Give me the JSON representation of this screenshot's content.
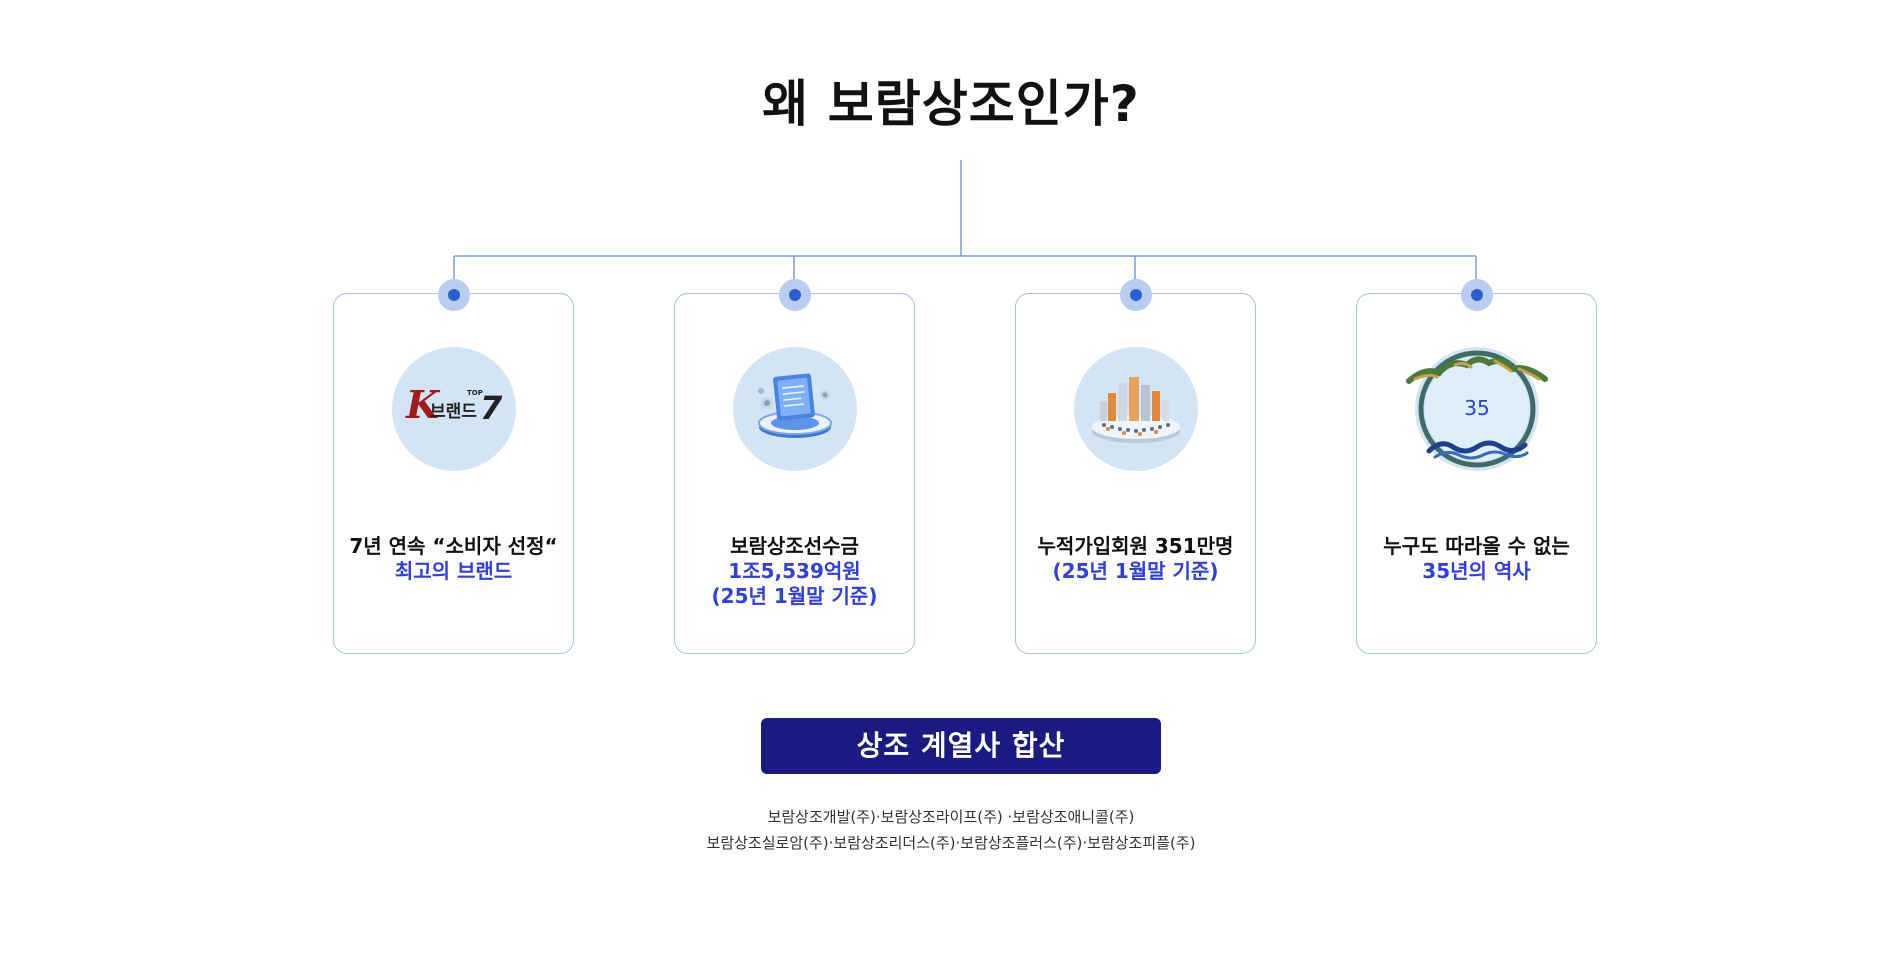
{
  "title": "왜 보람상조인가?",
  "colors": {
    "accent_blue": "#2f3fe0",
    "badge_bg": "#1b1a82",
    "card_border": "#a9c0e6",
    "connector": "#7f9fd6",
    "icon_bg": "#d3e4f5"
  },
  "cards": [
    {
      "icon": "k-brand-top7-logo-icon",
      "logo_k": "K",
      "logo_text": "브랜드",
      "logo_top": "TOP",
      "logo_num": "7",
      "line1": "7년 연속 “소비자 선정“",
      "line2": "최고의 브랜드",
      "line3": ""
    },
    {
      "icon": "document-deposit-icon",
      "line1": "보람상조선수금",
      "line2": "1조5,539억원",
      "line3": "(25년 1월말 기준)"
    },
    {
      "icon": "city-crowd-icon",
      "line1": "누적가입회원 351만명",
      "line2": "(25년 1월말 기준)",
      "line3": ""
    },
    {
      "icon": "anniversary-35-wreath-icon",
      "icon_text": "35",
      "line1": "누구도 따라올 수 없는",
      "line2": "35년의 역사",
      "line3": ""
    }
  ],
  "badge": "상조 계열사 합산",
  "affiliates": {
    "line1": "보람상조개발(주)·보람상조라이프(주) ·보람상조애니콜(주)",
    "line2": "보람상조실로암(주)·보람상조리더스(주)·보람상조플러스(주)·보람상조피플(주)"
  }
}
